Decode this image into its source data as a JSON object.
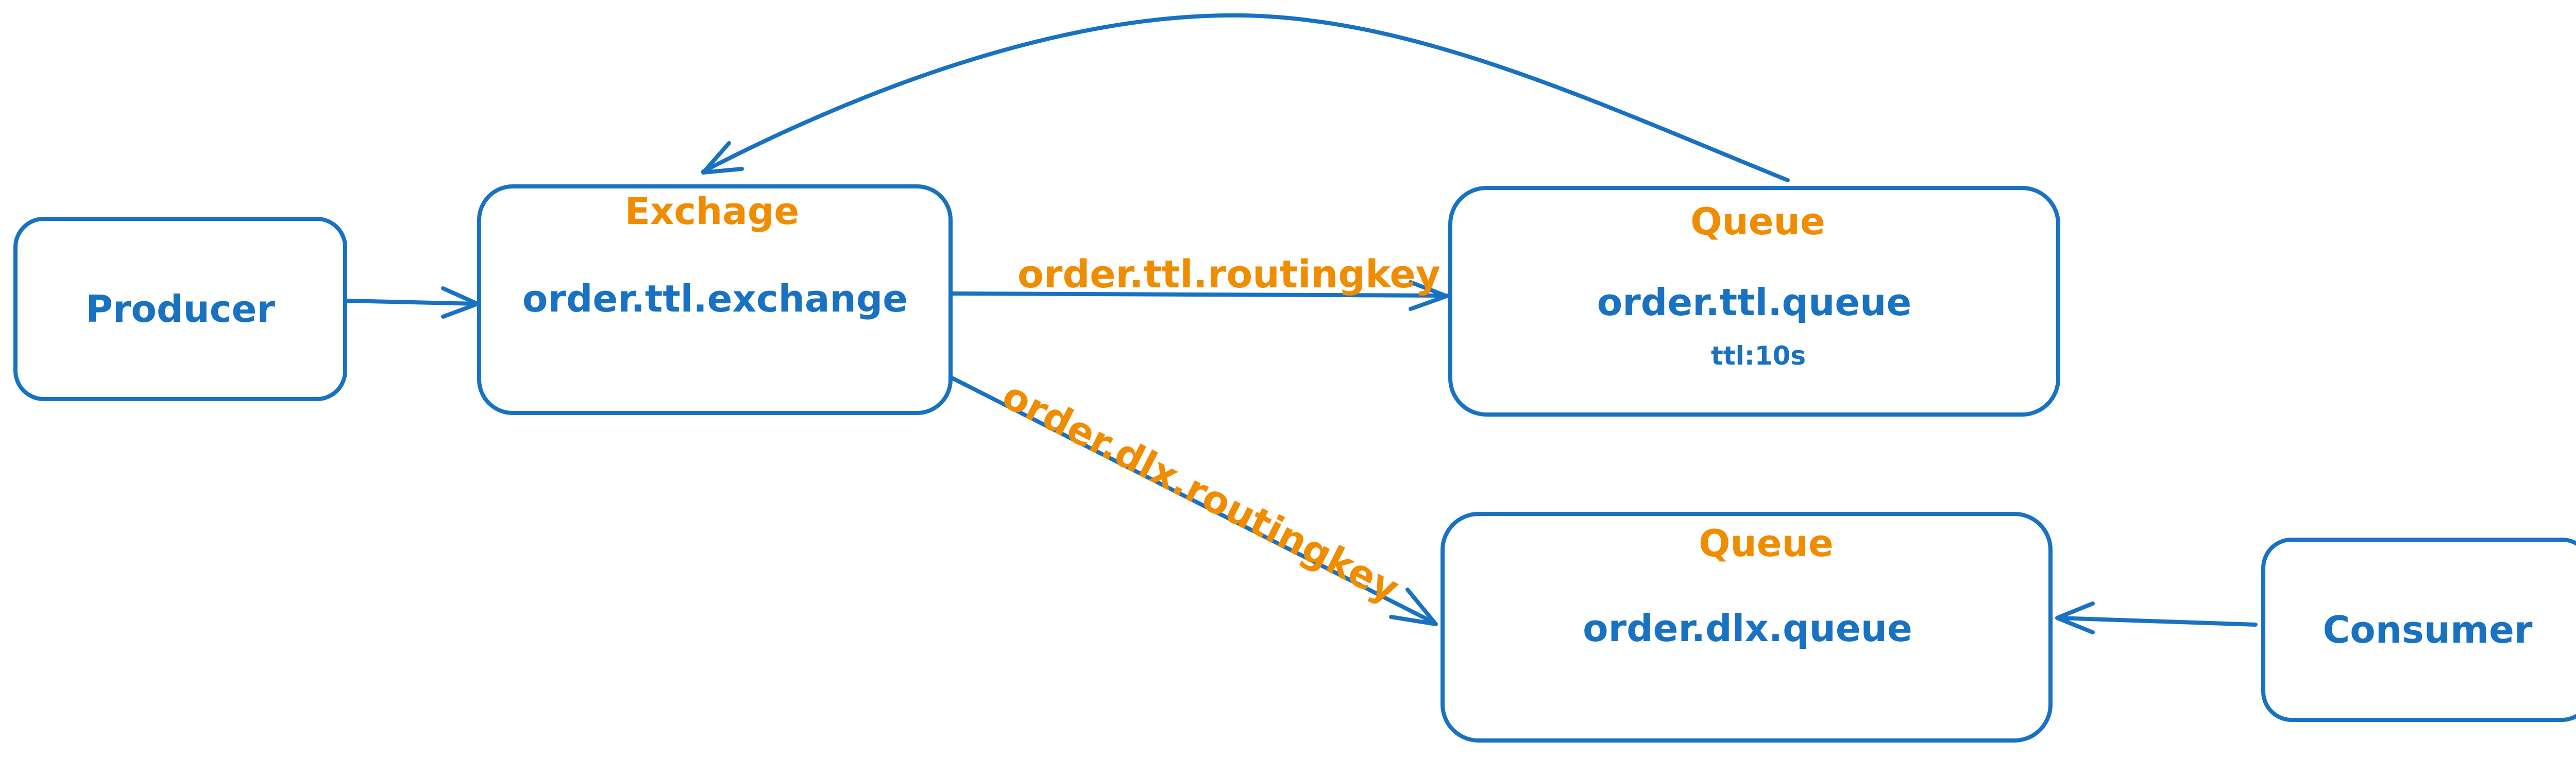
{
  "colors": {
    "stroke": "#1971c2",
    "label": "#f08c00",
    "endpoint_fill": "#a5d8ff",
    "hatch": "#ffc9c9"
  },
  "nodes": {
    "producer": {
      "name": "Producer"
    },
    "exchange": {
      "title": "Exchage",
      "name": "order.ttl.exchange"
    },
    "ttl_queue": {
      "title": "Queue",
      "name": "order.ttl.queue",
      "note": "ttl:10s"
    },
    "dlx_queue": {
      "title": "Queue",
      "name": "order.dlx.queue"
    },
    "consumer": {
      "name": "Consumer"
    }
  },
  "edges": {
    "ttl_routing": {
      "label": "order.ttl.routingkey"
    },
    "dlx_routing": {
      "label": "order.dlx.routingkey"
    }
  }
}
